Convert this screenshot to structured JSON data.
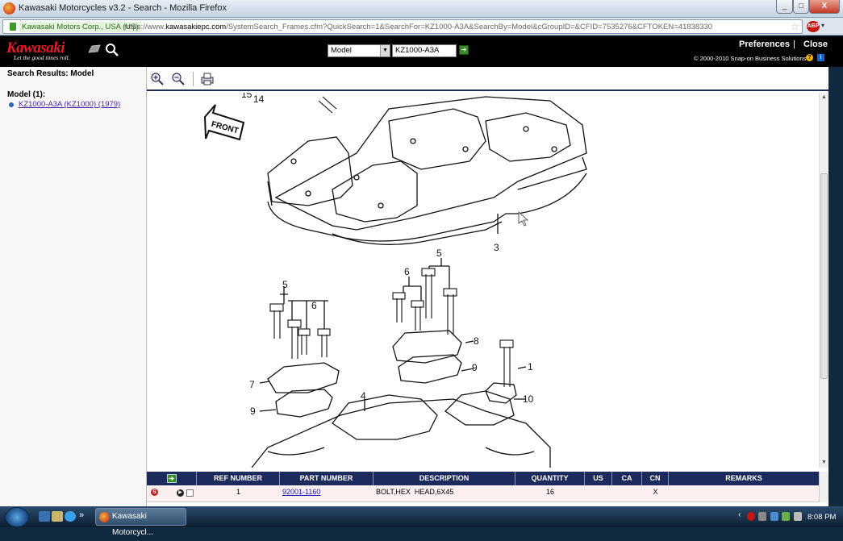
{
  "window": {
    "title": "Kawasaki Motorcycles v3.2 - Search - Mozilla Firefox",
    "min": "_",
    "max": "□",
    "close": "X"
  },
  "addressbar": {
    "site_identity": "Kawasaki Motors Corp., USA (US)",
    "url_prefix": "https://www.",
    "url_domain": "kawasakiepc.com",
    "url_rest": "/SystemSearch_Frames.cfm?QuickSearch=1&SearchFor=KZ1000-A3A&SearchBy=Model&cGroupID=&CFID=7535276&CFTOKEN=41838330",
    "star": "☆",
    "abp": "ABP"
  },
  "header": {
    "logo": "Kawasaki",
    "tagline": "Let the good times roll.",
    "search_by": "Model",
    "search_value": "KZ1000-A3A",
    "go": "➔",
    "preferences": "Preferences",
    "separator": "|",
    "close": "Close",
    "copyright": "© 2000-2010 Snap-on Business Solutions",
    "help": "?",
    "info": "i"
  },
  "sidebar": {
    "results_title": "Search Results: Model",
    "model_count": "Model (1):",
    "models": [
      {
        "label": "KZ1000-A3A (KZ1000) (1979)"
      }
    ]
  },
  "diagram_callouts": {
    "c15": "15",
    "c14": "14",
    "front": "FRONT",
    "c3": "3",
    "c5a": "5",
    "c6a": "6",
    "c5b": "5",
    "c6b": "6",
    "c8": "8",
    "c9a": "9",
    "c1": "1",
    "c10": "10",
    "c7": "7",
    "c9b": "9",
    "c4": "4"
  },
  "parts_table": {
    "columns": [
      "",
      "REF NUMBER",
      "PART NUMBER",
      "DESCRIPTION",
      "QUANTITY",
      "US",
      "CA",
      "CN",
      "REMARKS"
    ],
    "header_icon": "➔",
    "rows": [
      {
        "sub": "S",
        "arrow": "▶",
        "ref": "1",
        "part": "92001-1160",
        "desc": "BOLT,HEX  HEAD,6X45",
        "qty": "16",
        "us": "",
        "ca": "",
        "cn": "X",
        "remarks": ""
      }
    ]
  },
  "taskbar": {
    "task_label": "Kawasaki Motorcycl...",
    "clock": "8:08 PM",
    "more": "»",
    "tray_arrow": "‹"
  }
}
